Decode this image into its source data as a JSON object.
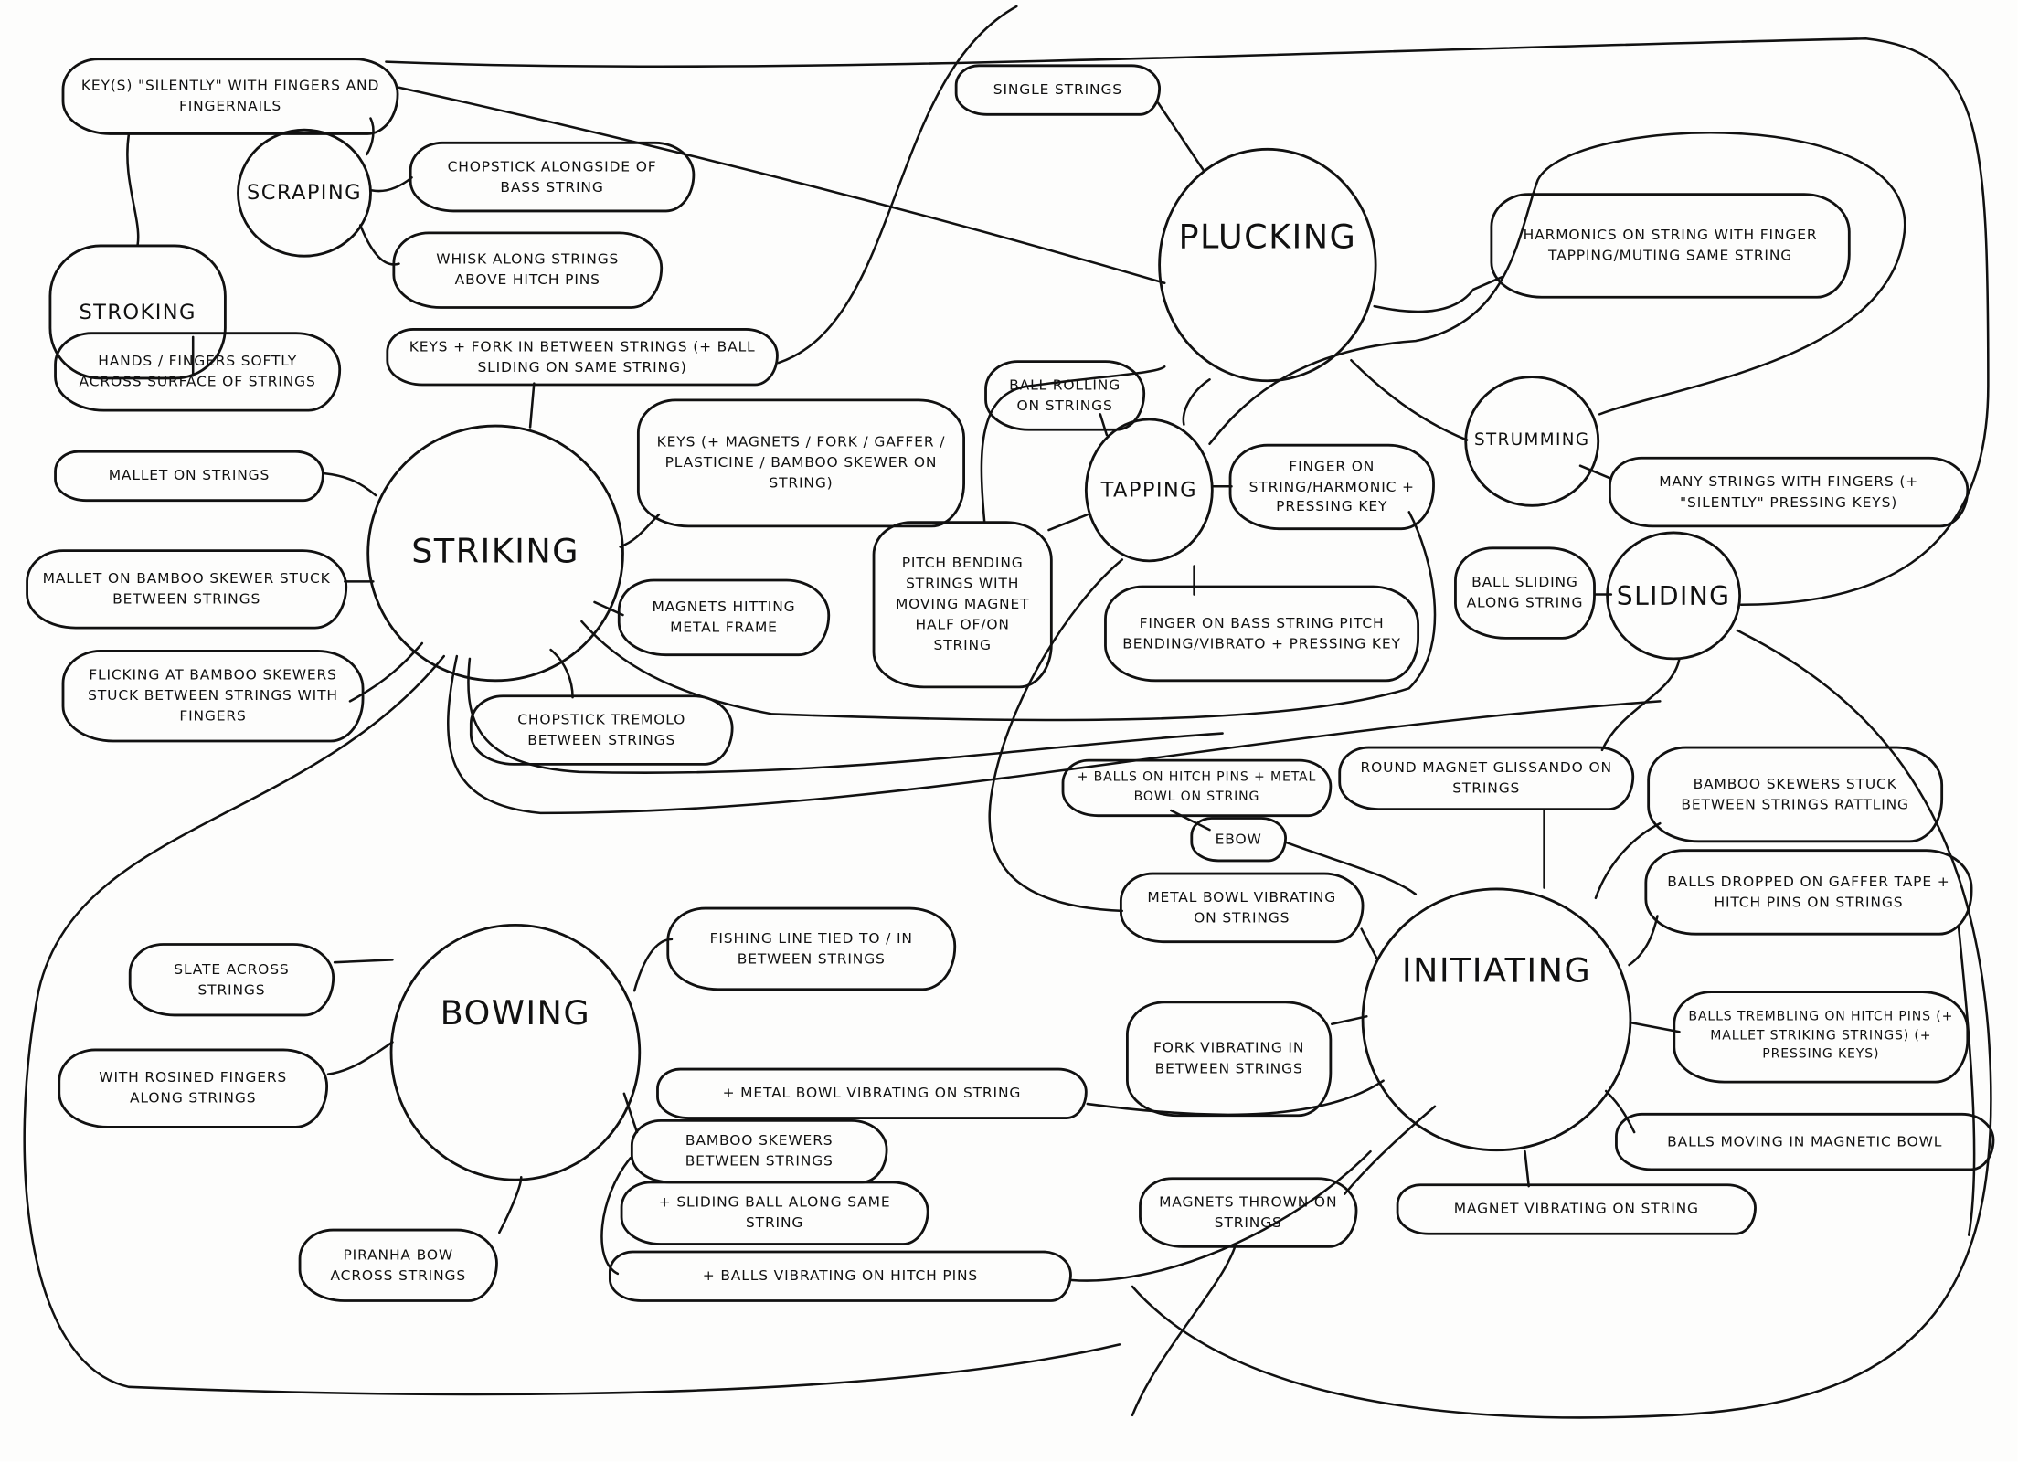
{
  "hubs": {
    "striking": "Striking",
    "plucking": "Plucking",
    "bowing": "Bowing",
    "initiating": "Initiating",
    "scraping": "Scraping",
    "stroking": "Stroking",
    "tapping": "Tapping",
    "strumming": "Strumming",
    "sliding": "Sliding"
  },
  "stroking": {
    "keys_silently": "Key(s) \"silently\" with fingers and fingernails",
    "hands_softly": "Hands / fingers softly across surface of strings"
  },
  "scraping": {
    "chopstick_alongside": "Chopstick alongside of bass string",
    "whisk": "Whisk along strings above hitch pins"
  },
  "striking": {
    "keys_fork": "Keys + fork in between strings (+ ball sliding on same string)",
    "mallet": "Mallet on strings",
    "mallet_bamboo": "Mallet on bamboo skewer stuck between strings",
    "flicking": "Flicking at bamboo skewers stuck between strings with fingers",
    "keys_magnets": "Keys (+ magnets / fork / gaffer / plasticine / bamboo skewer on string)",
    "magnets_frame": "Magnets hitting metal frame",
    "chopstick_tremolo": "Chopstick tremolo between strings"
  },
  "plucking": {
    "single_strings": "Single strings",
    "harmonics": "Harmonics on string with finger tapping/muting same string"
  },
  "tapping": {
    "ball_rolling": "Ball rolling on strings",
    "finger_on": "Finger on string/harmonic + pressing key",
    "pitch_bending": "Pitch bending strings with moving magnet half of/on string",
    "finger_bass": "Finger on bass string pitch bending/vibrato + pressing key"
  },
  "strumming": {
    "many_strings": "Many strings with fingers (+ \"silently\" pressing keys)"
  },
  "sliding": {
    "ball_sliding": "Ball sliding along string"
  },
  "initiating": {
    "balls_hitch": "+ Balls on hitch pins + metal bowl on string",
    "round_magnet": "Round magnet glissando on strings",
    "bamboo_rattling": "Bamboo skewers stuck between strings rattling",
    "ebow": "Ebow",
    "metal_bowl": "Metal bowl vibrating on strings",
    "balls_dropped": "Balls dropped on gaffer tape + hitch pins on strings",
    "fork_vibrating": "Fork vibrating in between strings",
    "balls_trembling": "Balls trembling on hitch pins (+ mallet striking strings) (+ pressing keys)",
    "balls_moving": "Balls moving in magnetic bowl",
    "magnets_thrown": "Magnets thrown on strings",
    "magnet_vibrating": "Magnet vibrating on string"
  },
  "bowing": {
    "slate": "Slate across strings",
    "rosined": "With rosined fingers along strings",
    "fishing": "Fishing line tied to / in between strings",
    "metal_bowl_string": "+ Metal bowl vibrating on string",
    "bamboo_between": "Bamboo skewers between strings",
    "sliding_ball": "+ Sliding ball along same string",
    "balls_vibrating": "+ Balls vibrating on hitch pins",
    "piranha": "Piranha bow across strings"
  }
}
